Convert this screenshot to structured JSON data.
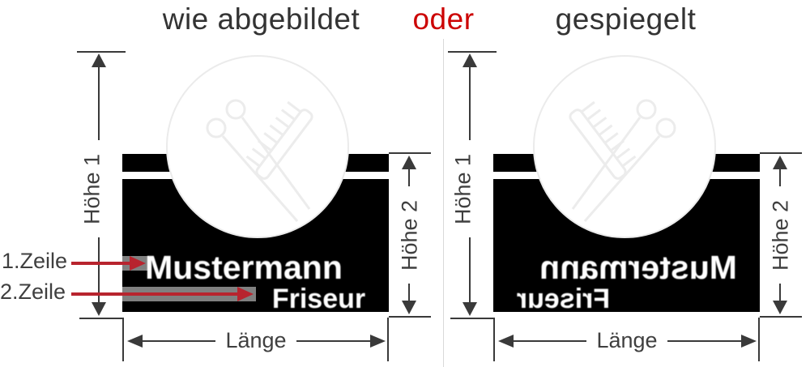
{
  "header": {
    "variant_left": "wie abgebildet",
    "conjunction": "oder",
    "variant_right": "gespiegelt"
  },
  "annotations": {
    "height1_label": "Höhe 1",
    "height2_label": "Höhe 2",
    "length_label": "Länge",
    "line1_label": "1.Zeile",
    "line2_label": "2.Zeile"
  },
  "design": {
    "text_line1": "Mustermann",
    "text_line2": "Friseur",
    "logo_icon": "crossed-scissors-comb-icon"
  },
  "colors": {
    "dimension_gray": "#3a3a3a",
    "annotation_red": "#b8242e",
    "conjunction_red": "#cc0303",
    "design_black": "#000000",
    "separator_gray": "#d9d9d9"
  }
}
